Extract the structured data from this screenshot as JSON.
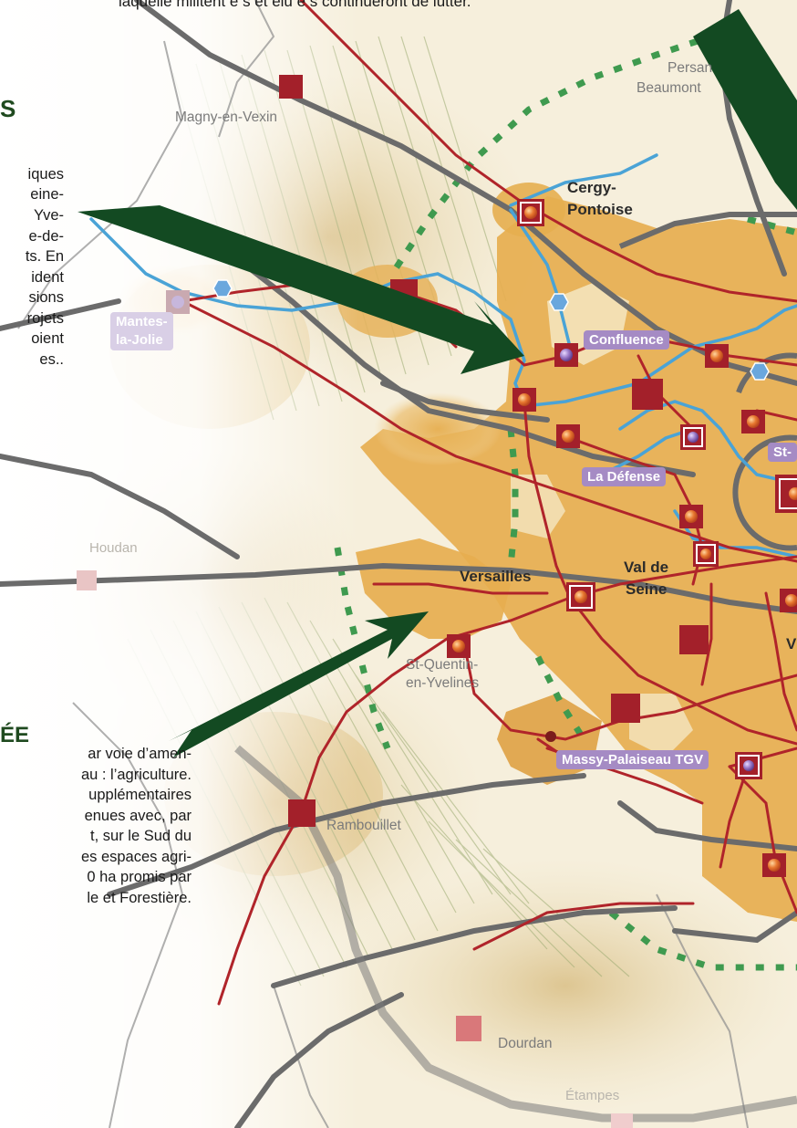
{
  "caption": {
    "top": "laquelle militent e s et élu e s continueront de lutter."
  },
  "left_text_1": {
    "heading": "S",
    "lines": [
      "iques",
      "eine-",
      "Yve-",
      "e-de-",
      "ts. En",
      "ident",
      "sions",
      "rojets",
      "oient",
      "es.."
    ]
  },
  "left_text_2": {
    "heading": "ÉE",
    "lines": [
      "ar voie d’amen-",
      "au : l’agriculture.",
      "upplémentaires",
      "enues avec, par",
      "t, sur le Sud du",
      "es espaces agri-",
      "0 ha promis par",
      "le et Forestière."
    ]
  },
  "places": {
    "magny": "Magny-en-Vexin",
    "persan": "Persan",
    "beaumont": "Beaumont",
    "cergy_1": "Cergy-",
    "cergy_2": "Pontoise",
    "mantes_1": "Mantes-",
    "mantes_2": "la-Jolie",
    "confluence": "Confluence",
    "la_defense": "La Défense",
    "st": "St-",
    "houdan": "Houdan",
    "versailles": "Versailles",
    "val_de_seine_1": "Val de",
    "val_de_seine_2": "Seine",
    "v": "V",
    "sqy_1": "St-Quentin-",
    "sqy_2": "en-Yvelines",
    "massy": "Massy-Palaiseau TGV",
    "rambouillet": "Rambouillet",
    "dourdan": "Dourdan",
    "etampes": "Étampes"
  },
  "colors": {
    "background": "#fbf6ea",
    "urban": "#e9b559",
    "rail": "#b0242a",
    "road": "#6b6b6b",
    "river": "#4aa3d6",
    "green_belt": "#3f9a4f",
    "arrow": "#134a22",
    "station": "#a3202a",
    "label_purple": "#a58bc4"
  }
}
